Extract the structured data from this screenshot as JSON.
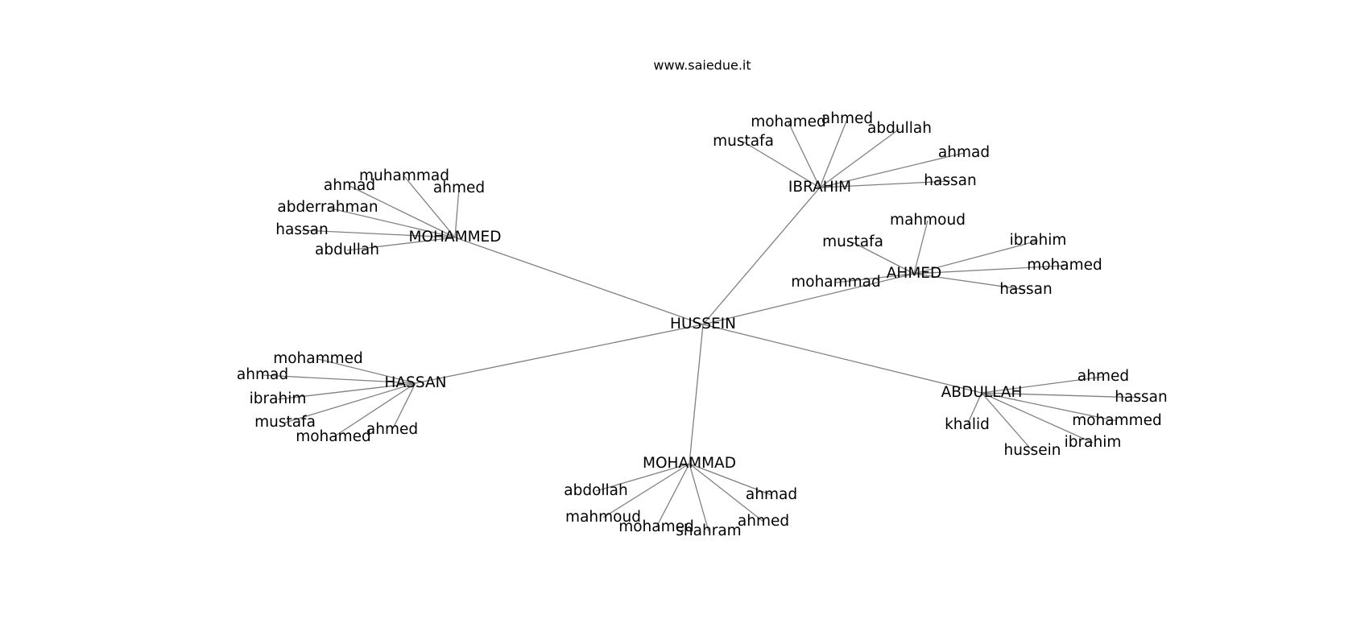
{
  "title": "www.saiedue.it",
  "edge_color": "#808080",
  "root": {
    "label": "HUSSEIN"
  },
  "hubs": [
    {
      "id": "mohammed",
      "label": "MOHAMMED",
      "children": [
        "muhammad",
        "ahmed",
        "ahmad",
        "abderrahman",
        "hassan",
        "abdullah"
      ]
    },
    {
      "id": "ibrahim",
      "label": "IBRAHIM",
      "children": [
        "mohamed",
        "ahmed",
        "abdullah",
        "mustafa",
        "ahmad",
        "hassan"
      ]
    },
    {
      "id": "ahmed",
      "label": "AHMED",
      "children": [
        "mahmoud",
        "mustafa",
        "ibrahim",
        "mohamed",
        "hassan",
        "mohammad"
      ]
    },
    {
      "id": "hassan",
      "label": "HASSAN",
      "children": [
        "mohammed",
        "ahmad",
        "ibrahim",
        "mustafa",
        "mohamed",
        "ahmed"
      ]
    },
    {
      "id": "abdullah",
      "label": "ABDULLAH",
      "children": [
        "ahmed",
        "hassan",
        "mohammed",
        "khalid",
        "ibrahim",
        "hussein"
      ]
    },
    {
      "id": "mohammad",
      "label": "MOHAMMAD",
      "children": [
        "abdollah",
        "ahmad",
        "mahmoud",
        "ahmed",
        "mohamed",
        "shahram"
      ]
    }
  ]
}
